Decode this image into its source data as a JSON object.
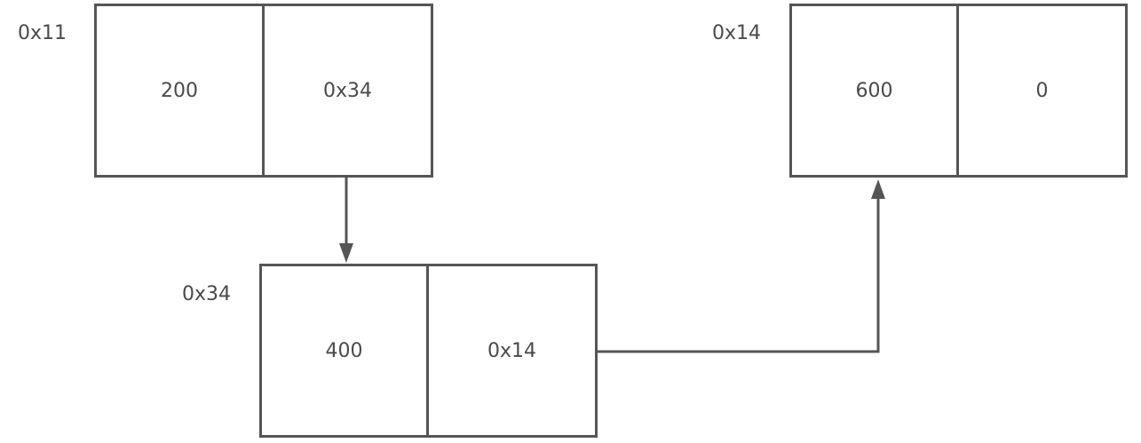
{
  "nodes": [
    {
      "address": "0x11",
      "value": "200",
      "next": "0x34"
    },
    {
      "address": "0x34",
      "value": "400",
      "next": "0x14"
    },
    {
      "address": "0x14",
      "value": "600",
      "next": "0"
    }
  ],
  "colors": {
    "stroke": "#555555",
    "text": "#4a4a4a",
    "background": "#ffffff"
  }
}
